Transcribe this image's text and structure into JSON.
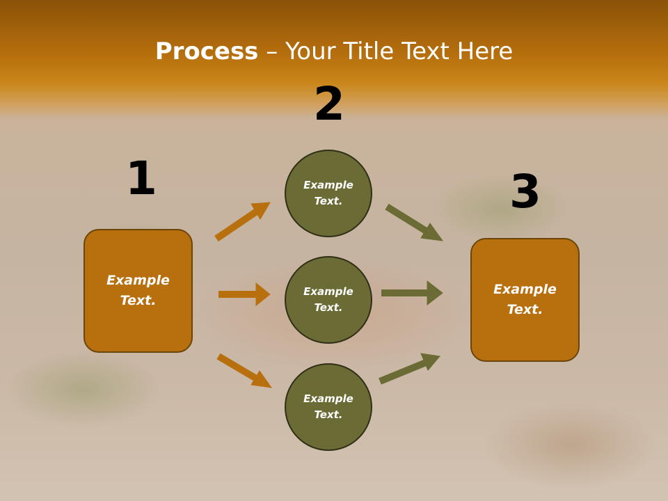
{
  "title": {
    "bold": "Process",
    "rest": " – Your Title Text Here"
  },
  "steps": {
    "one": {
      "number": "1",
      "text": "Example\nText."
    },
    "two": {
      "number": "2",
      "items": [
        "Example\nText.",
        "Example\nText.",
        "Example\nText."
      ]
    },
    "three": {
      "number": "3",
      "text": "Example\nText."
    }
  },
  "colors": {
    "header": "#b56e0d",
    "box": "#b8700f",
    "circle": "#6b6b35",
    "arrow_left": "#b8700f",
    "arrow_right": "#6b6b35"
  },
  "icons": [
    "arrow-icon"
  ]
}
